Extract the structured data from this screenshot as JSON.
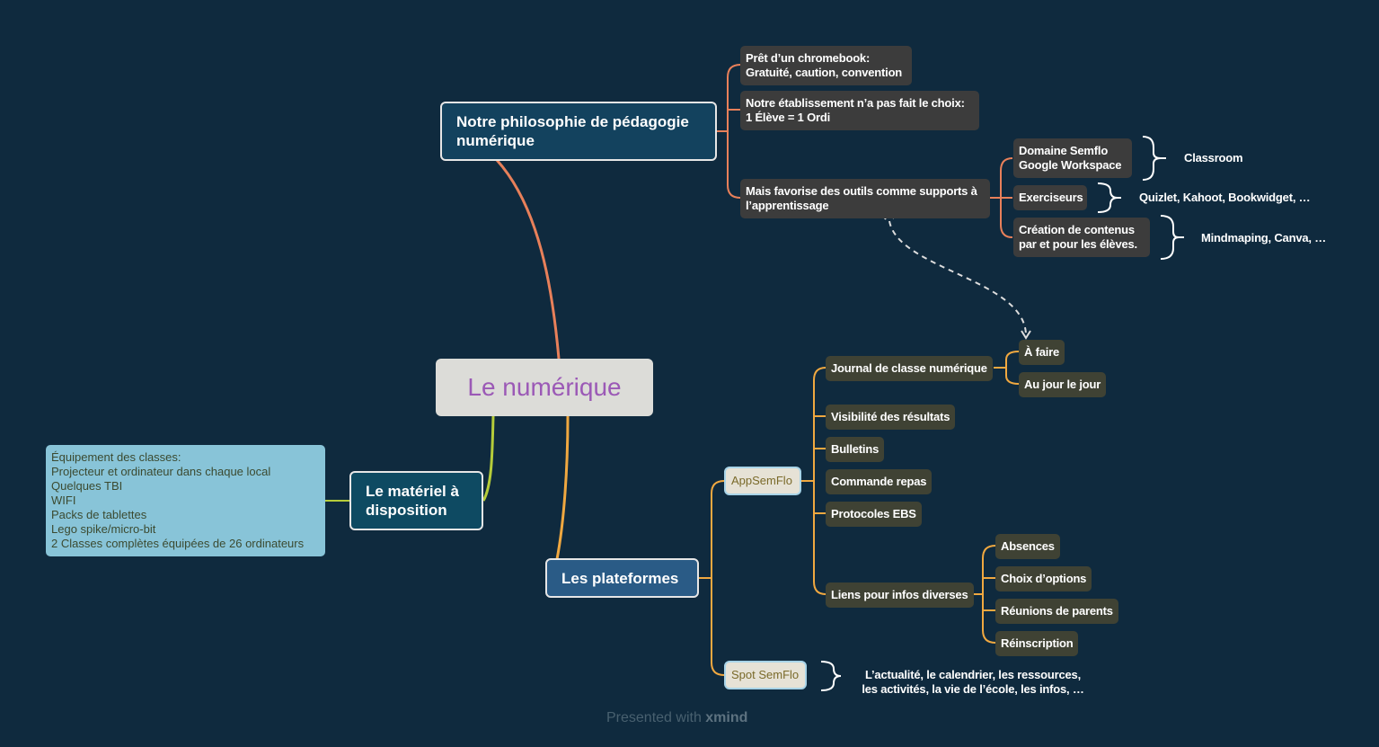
{
  "central": "Le numérique",
  "philosophy": {
    "title": "Notre philosophie de pédagogie numérique",
    "items": [
      {
        "lines": [
          "Prêt d’un chromebook:",
          "Gratuité, caution, convention"
        ]
      },
      {
        "lines": [
          "Notre établissement n’a pas fait le choix:",
          "1 Élève = 1 Ordi"
        ]
      },
      {
        "lines": [
          "Mais favorise des outils comme supports à",
          "l’apprentissage"
        ]
      }
    ],
    "tools": [
      {
        "lines": [
          "Domaine Semflo",
          "Google Workspace"
        ],
        "note": "Classroom"
      },
      {
        "lines": [
          "Exerciseurs"
        ],
        "note": "Quizlet, Kahoot, Bookwidget, …"
      },
      {
        "lines": [
          "Création de contenus",
          " par et pour les élèves."
        ],
        "note": "Mindmaping, Canva, …"
      }
    ]
  },
  "materiel": {
    "title": "Le matériel à disposition",
    "equipment": [
      "Équipement des classes:",
      "Projecteur et ordinateur dans chaque local",
      "Quelques TBI",
      "WIFI",
      "Packs de tablettes",
      "Lego spike/micro-bit",
      "2 Classes complètes équipées de 26 ordinateurs"
    ]
  },
  "plateformes": {
    "title": "Les plateformes",
    "appsemflo": {
      "label": "AppSemFlo",
      "items": [
        "Journal de classe numérique",
        "Visibilité des résultats",
        "Bulletins",
        "Commande repas",
        "Protocoles EBS",
        "Liens pour infos diverses"
      ],
      "journal_children": [
        "À faire",
        "Au jour le jour"
      ],
      "liens_children": [
        "Absences",
        "Choix d’options",
        "Réunions de parents",
        "Réinscription"
      ]
    },
    "spot": {
      "label": "Spot SemFlo",
      "note": [
        "L’actualité, le calendrier, les ressources,",
        "les activités, la vie de l’école, les infos, …"
      ]
    }
  },
  "footer": {
    "prefix": "Presented with ",
    "brand": "xmind"
  },
  "colors": {
    "background": "#0f2a3e",
    "branch_philosophy": "#e8805a",
    "branch_materiel": "#b5cc3a",
    "branch_plateformes": "#f0a840",
    "central_text": "#9b59b6"
  }
}
